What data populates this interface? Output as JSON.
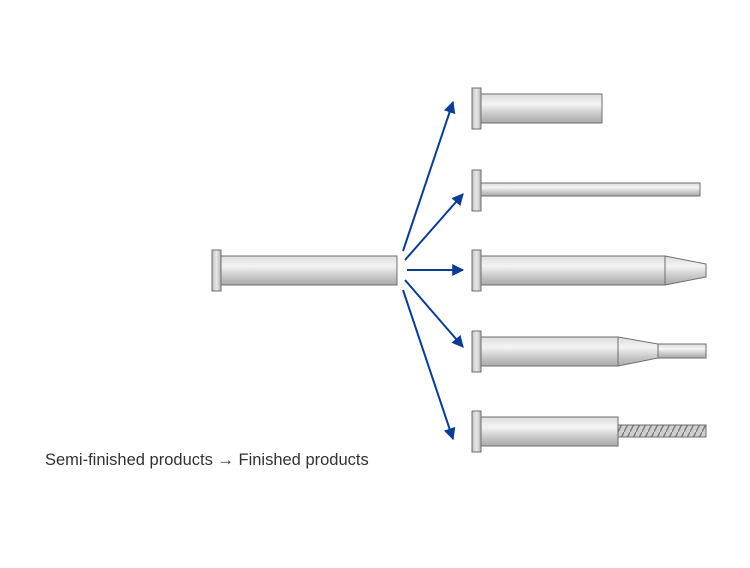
{
  "caption": "Semi-finished products → Finished products",
  "colors": {
    "arrow": "#0a3d91",
    "pin_outline": "#6e6e6e",
    "pin_light": "#f2f2f2",
    "pin_mid": "#c9c9c9",
    "pin_dark": "#8f8f8f",
    "background": "#ffffff"
  },
  "source_part": {
    "name": "semi-finished-pin"
  },
  "products": [
    {
      "name": "finished-pin-short"
    },
    {
      "name": "finished-pin-thin-long"
    },
    {
      "name": "finished-pin-tapered-tip"
    },
    {
      "name": "finished-pin-stepped"
    },
    {
      "name": "finished-pin-threaded"
    }
  ]
}
